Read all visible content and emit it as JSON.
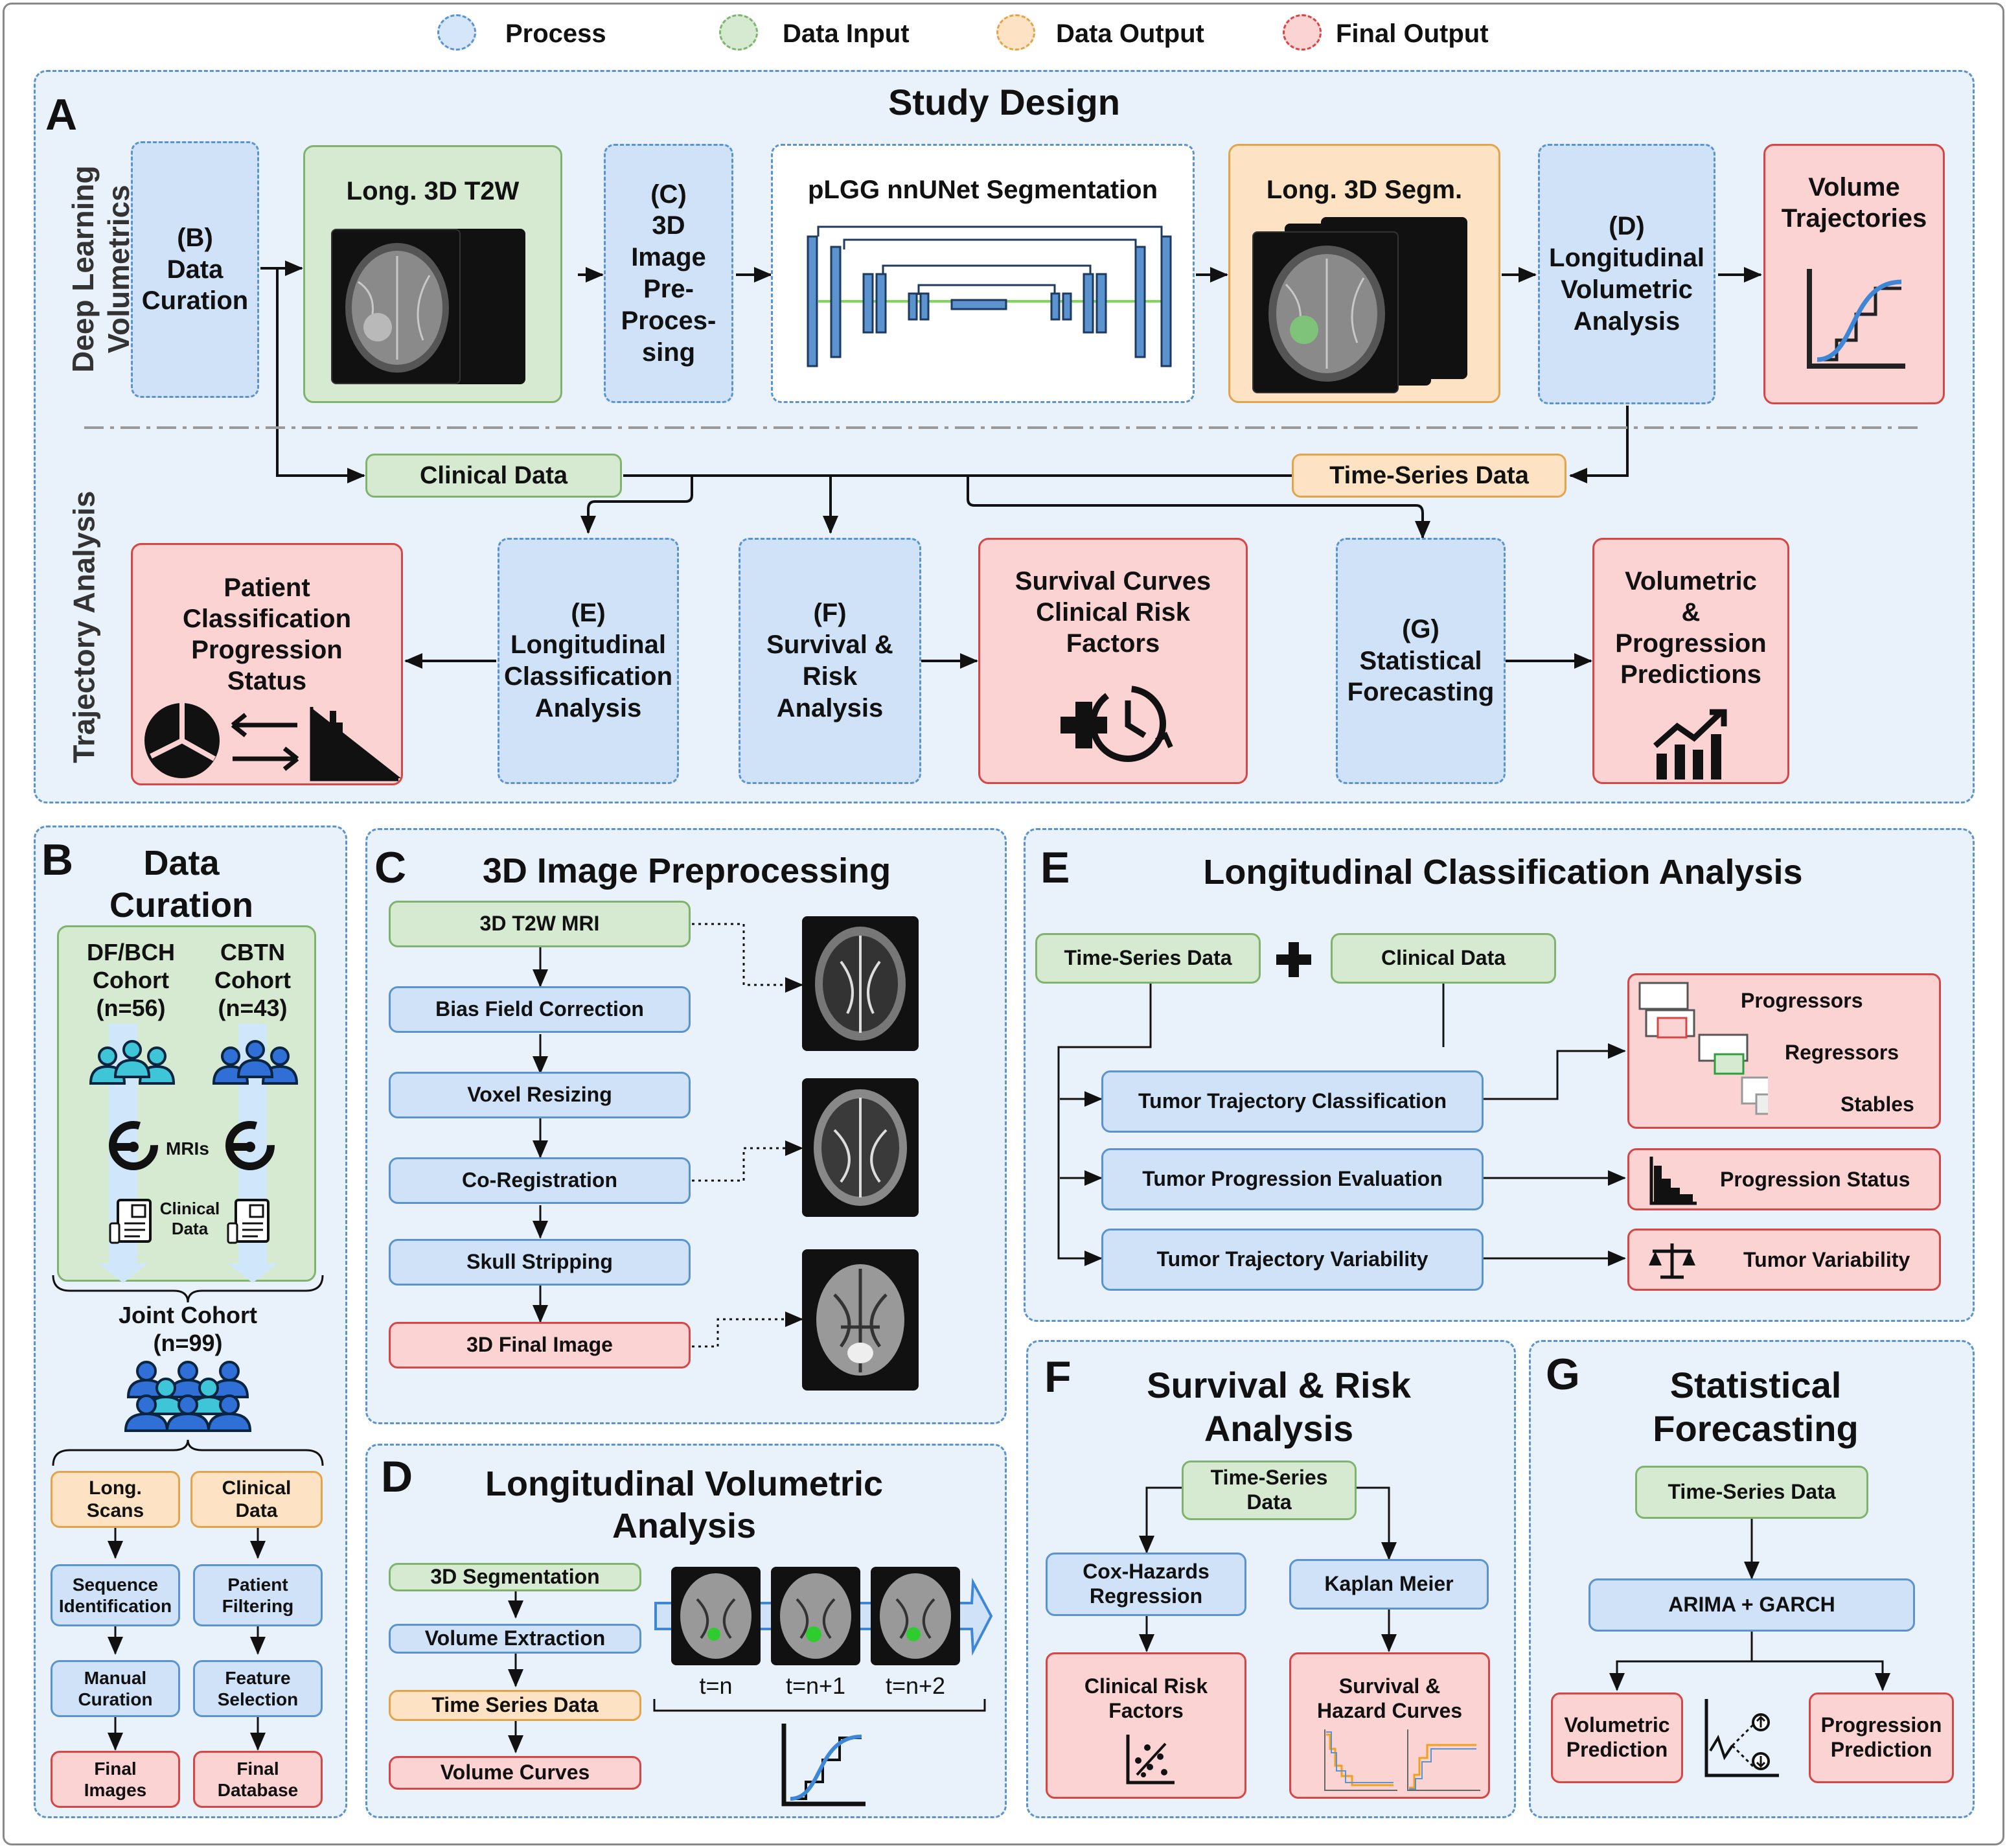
{
  "legend": {
    "process": "Process",
    "data_input": "Data Input",
    "data_output": "Data Output",
    "final_output": "Final Output",
    "colors": {
      "process": "#5b93cf",
      "data_input": "#7fb36e",
      "data_output": "#e3a44c",
      "final_output": "#d84545"
    }
  },
  "panel_a": {
    "letter": "A",
    "title": "Study Design",
    "row1_label": "Deep Learning\nVolumetrics",
    "row2_label": "Trajectory Analysis",
    "data_curation": "(B)\nData\nCuration",
    "long_t2w": "Long. 3D T2W",
    "preprocessing": "(C)\n3D\nImage\nPre-\nProces-\nsing",
    "segmentation": "pLGG nnUNet Segmentation",
    "long_segm": "Long. 3D Segm.",
    "volumetric": "(D)\nLongitudinal\nVolumetric\nAnalysis",
    "volume_trajectories": "Volume\nTrajectories",
    "clinical_data": "Clinical Data",
    "time_series_data": "Time-Series Data",
    "patient_classification": "Patient\nClassification\nProgression\nStatus",
    "classification_analysis": "(E)\nLongitudinal\nClassification\nAnalysis",
    "survival_risk": "(F)\nSurvival &\nRisk\nAnalysis",
    "survival_curves": "Survival Curves\nClinical Risk\nFactors",
    "forecasting": "(G)\nStatistical\nForecasting",
    "predictions": "Volumetric\n&\nProgression\nPredictions"
  },
  "panel_b": {
    "letter": "B",
    "title": "Data\nCuration",
    "cohort1": "DF/BCH\nCohort\n(n=56)",
    "cohort2": "CBTN\nCohort\n(n=43)",
    "mris": "MRIs",
    "clinical": "Clinical\nData",
    "joint": "Joint Cohort\n(n=99)",
    "long_scans": "Long.\nScans",
    "clinical_data": "Clinical\nData",
    "sequence_id": "Sequence\nIdentification",
    "patient_filtering": "Patient\nFiltering",
    "manual_curation": "Manual\nCuration",
    "feature_selection": "Feature\nSelection",
    "final_images": "Final\nImages",
    "final_database": "Final\nDatabase"
  },
  "panel_c": {
    "letter": "C",
    "title": "3D Image Preprocessing",
    "steps": [
      "3D T2W MRI",
      "Bias Field Correction",
      "Voxel Resizing",
      "Co-Registration",
      "Skull Stripping",
      "3D Final Image"
    ]
  },
  "panel_d": {
    "letter": "D",
    "title": "Longitudinal Volumetric\nAnalysis",
    "steps": [
      "3D Segmentation",
      "Volume Extraction",
      "Time Series Data",
      "Volume Curves"
    ],
    "timepoints": [
      "t=n",
      "t=n+1",
      "t=n+2"
    ]
  },
  "panel_e": {
    "letter": "E",
    "title": "Longitudinal Classification Analysis",
    "time_series": "Time-Series Data",
    "clinical": "Clinical Data",
    "classification": "Tumor Trajectory Classification",
    "progression_eval": "Tumor Progression Evaluation",
    "variability": "Tumor Trajectory Variability",
    "progressors": "Progressors",
    "regressors": "Regressors",
    "stables": "Stables",
    "progression_status": "Progression Status",
    "tumor_variability": "Tumor Variability"
  },
  "panel_f": {
    "letter": "F",
    "title": "Survival & Risk\nAnalysis",
    "time_series": "Time-Series\nData",
    "cox": "Cox-Hazards\nRegression",
    "km": "Kaplan Meier",
    "risk_factors": "Clinical Risk\nFactors",
    "curves": "Survival &\nHazard Curves"
  },
  "panel_g": {
    "letter": "G",
    "title": "Statistical\nForecasting",
    "time_series": "Time-Series Data",
    "model": "ARIMA + GARCH",
    "vol_pred": "Volumetric\nPrediction",
    "prog_pred": "Progression\nPrediction"
  }
}
